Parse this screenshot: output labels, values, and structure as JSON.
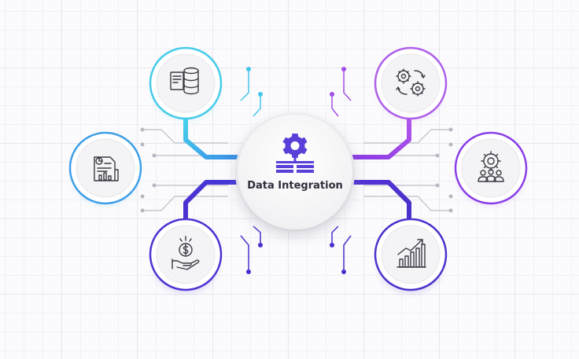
{
  "center": {
    "label": "Data Integration",
    "icon": "data-integration-gear-icon"
  },
  "nodes": [
    {
      "id": "database",
      "icon": "database-icon",
      "color": "#4cc4e6"
    },
    {
      "id": "report",
      "icon": "report-chart-icon",
      "color": "#3aa0e0"
    },
    {
      "id": "finance",
      "icon": "money-hand-icon",
      "color": "#5a3fd8"
    },
    {
      "id": "settings",
      "icon": "gears-icon",
      "color": "#a56ae6"
    },
    {
      "id": "team-settings",
      "icon": "team-gear-icon",
      "color": "#7a3fe0"
    },
    {
      "id": "growth",
      "icon": "growth-chart-icon",
      "color": "#4b30c8"
    }
  ],
  "colors": {
    "cyan": "#3fc8ea",
    "blue": "#3b82e6",
    "indigo": "#4a2fcf",
    "violet": "#9b45e8",
    "purple": "#7b2fe0",
    "icon": "#5a3fd8"
  }
}
